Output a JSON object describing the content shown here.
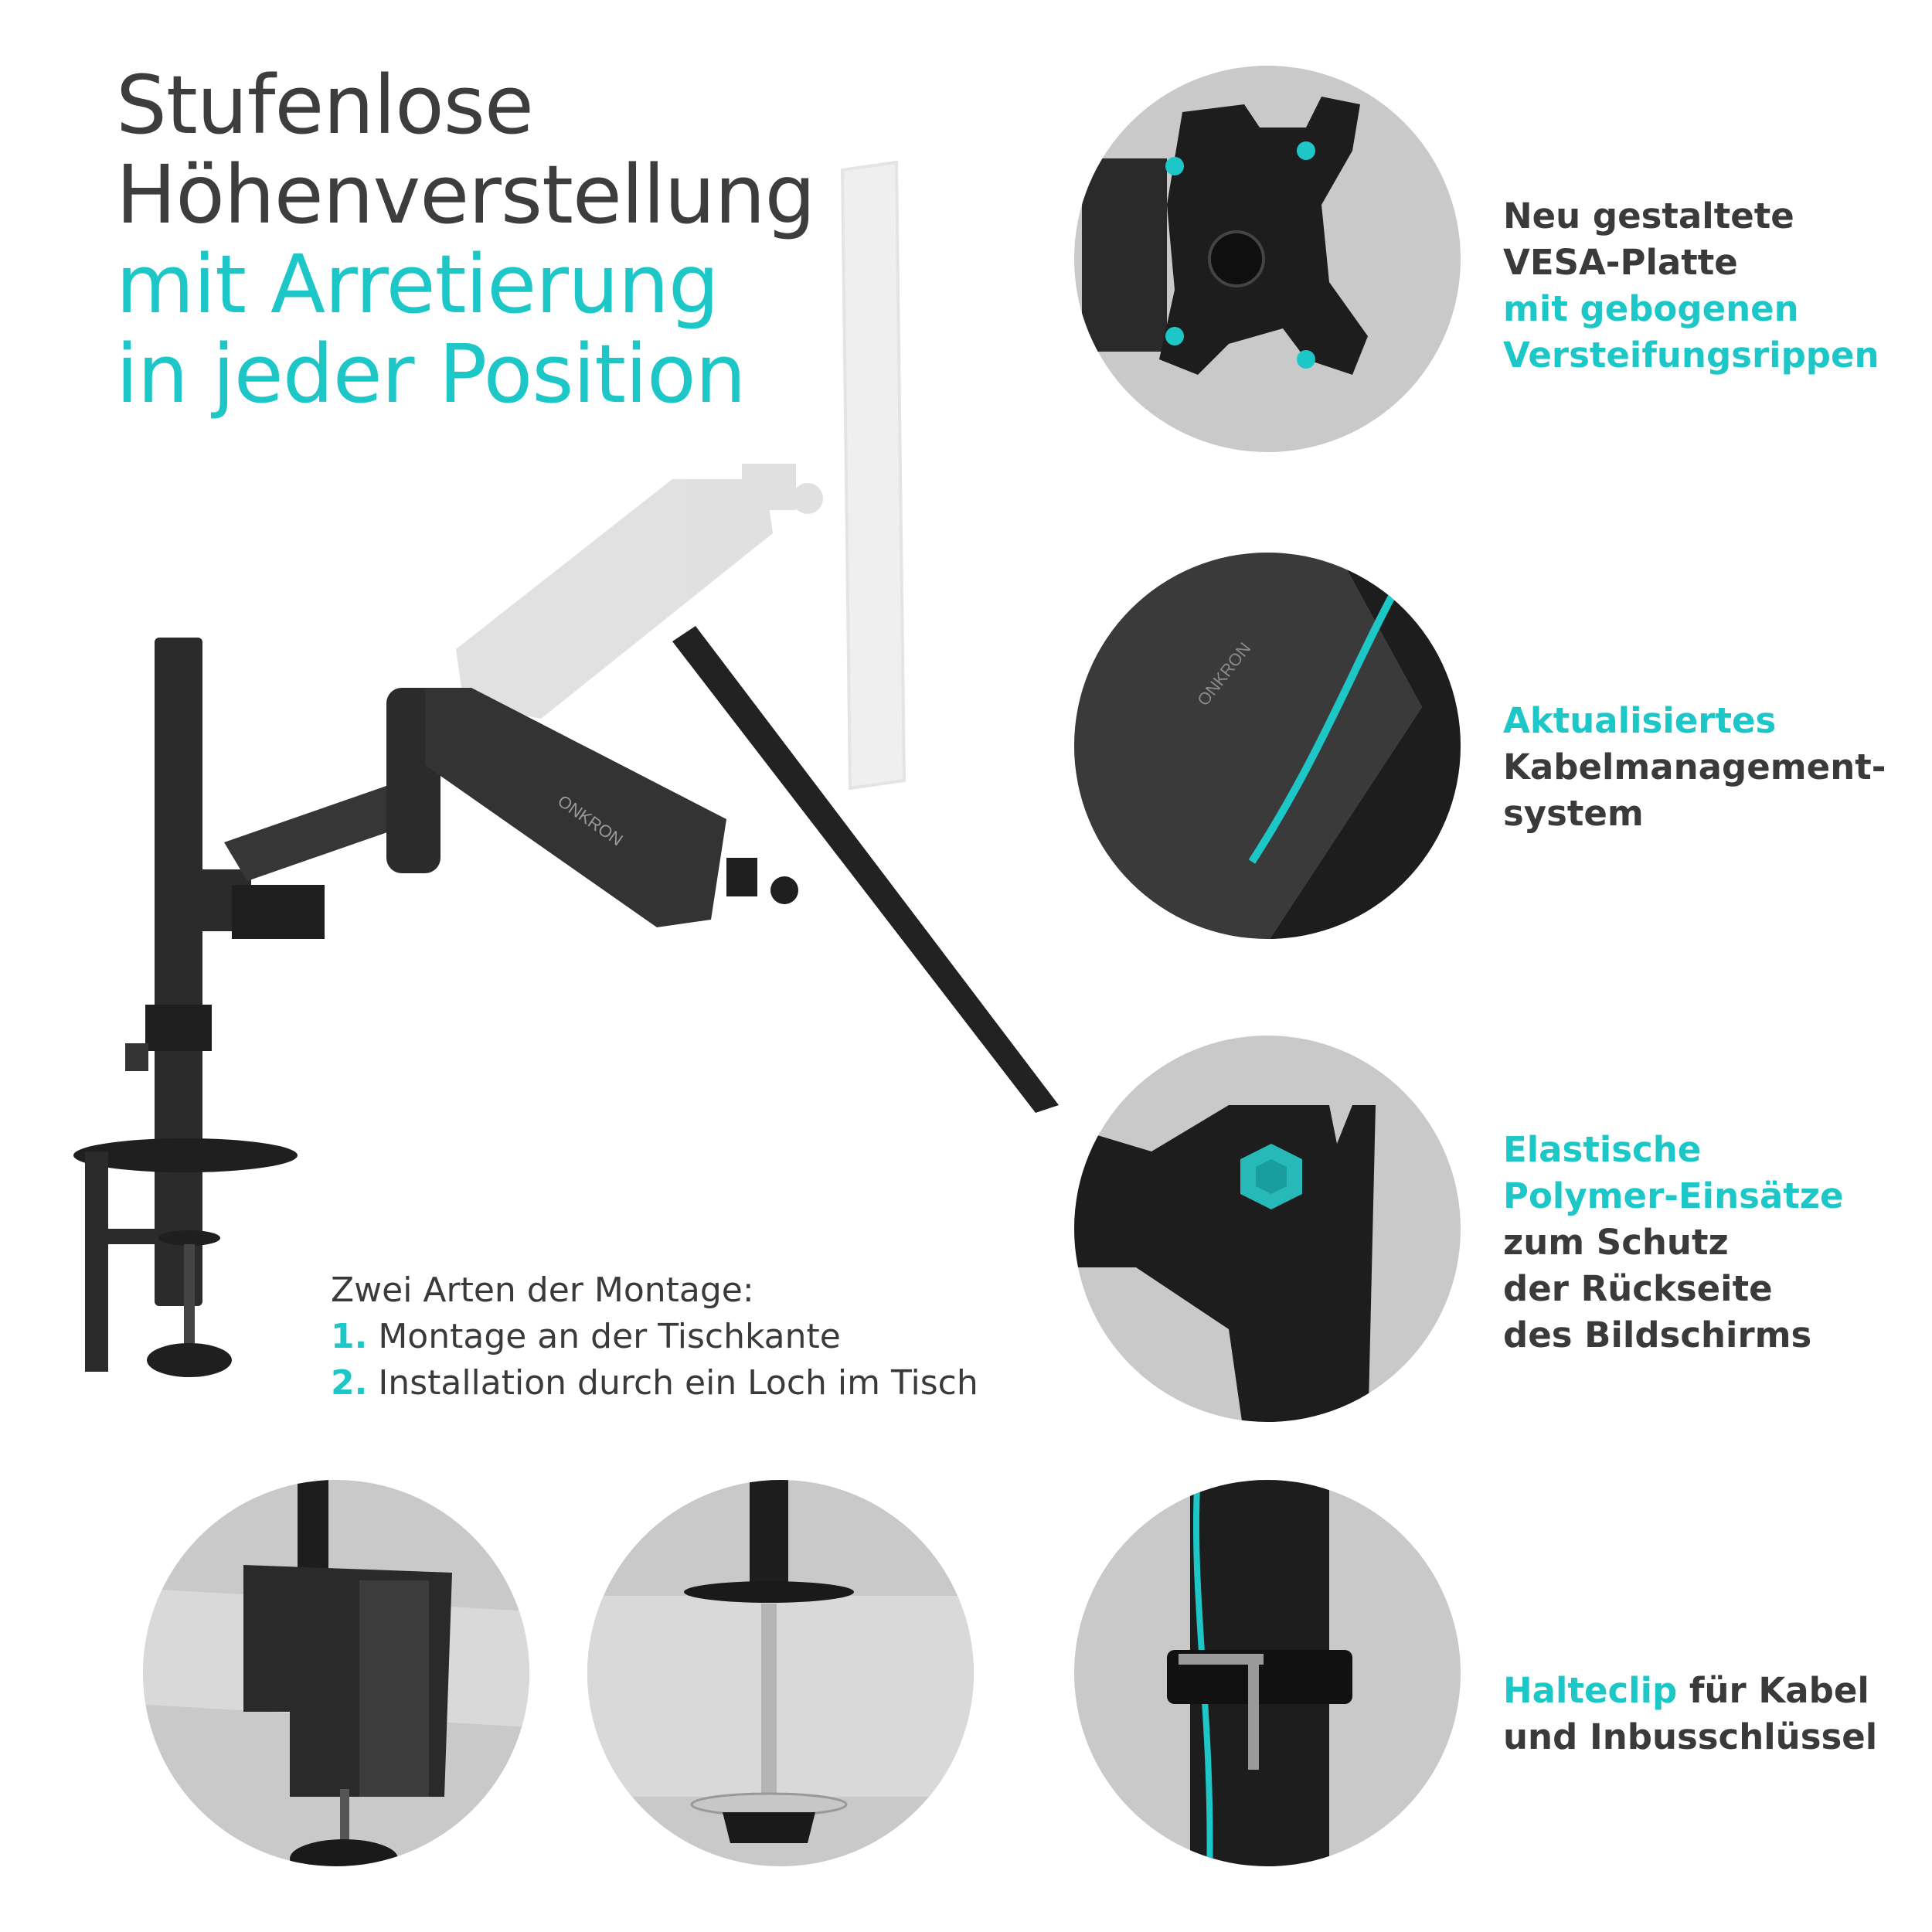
{
  "headline": {
    "line1": "Stufenlose",
    "line2": "Höhenverstellung",
    "line3": "mit Arretierung",
    "line4": "in jeder Position"
  },
  "features": [
    {
      "part1": "Neu gestaltete",
      "part2": "VESA-Platte",
      "accent1": "mit gebogenen",
      "accent2": "Versteifungsrippen"
    },
    {
      "accent1": "Aktualisiertes",
      "part1": "Kabelmanagement-",
      "part2": "system"
    },
    {
      "accent1": "Elastische",
      "accent2": "Polymer-Einsätze",
      "part1": "zum Schutz",
      "part2": "der Rückseite",
      "part3": "des Bildschirms"
    },
    {
      "accent1": "Halteclip",
      "part1": " für Kabel",
      "part2": "und Inbusschlüssel"
    }
  ],
  "mounting": {
    "title": "Zwei Arten der Montage:",
    "items": [
      {
        "num": "1.",
        "text": " Montage an der Tischkante"
      },
      {
        "num": "2.",
        "text": " Installation durch ein Loch im Tisch"
      }
    ]
  },
  "brand": {
    "logo_text": "ONKRON"
  },
  "colors": {
    "accent": "#1ec7c7",
    "text": "#3a3a3a",
    "circle_bg": "#c9c9c9",
    "metal": "#2b2b2b"
  }
}
